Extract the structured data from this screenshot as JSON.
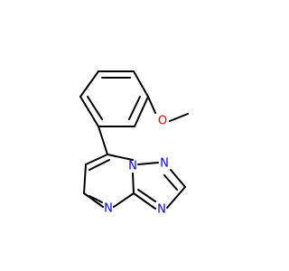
{
  "atoms": [
    {
      "label": "O",
      "color": "#ff0000"
    },
    {
      "label": "N",
      "color": "#0000ff"
    },
    {
      "label": "N",
      "color": "#0000ff"
    },
    {
      "label": "N",
      "color": "#0000ff"
    },
    {
      "label": "N",
      "color": "#0000ff"
    }
  ],
  "bond_color": "#000000",
  "background": "#ffffff"
}
